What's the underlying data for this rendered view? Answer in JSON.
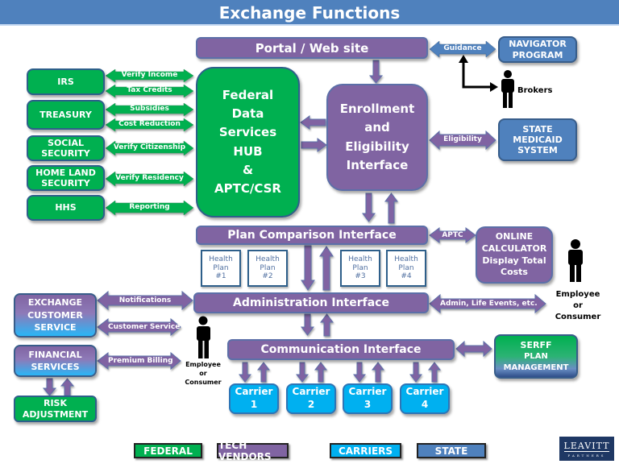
{
  "title": "Exchange Functions",
  "colors": {
    "federal": "#00b050",
    "tech_vendors": "#8064a2",
    "carriers": "#00b0f0",
    "state": "#4f81bd"
  },
  "federal_agencies": [
    {
      "label": "IRS",
      "links": [
        "Verify Income",
        "Tax Credits"
      ]
    },
    {
      "label": "TREASURY",
      "links": [
        "Subsidies",
        "Cost Reduction"
      ]
    },
    {
      "label": "SOCIAL SECURITY",
      "links": [
        "Verify Citizenship"
      ]
    },
    {
      "label": "HOME LAND SECURITY",
      "links": [
        "Verify Residency"
      ]
    },
    {
      "label": "HHS",
      "links": [
        "Reporting"
      ]
    }
  ],
  "hub": {
    "lines": [
      "Federal",
      "Data",
      "Services",
      "HUB",
      "&",
      "APTC/CSR"
    ]
  },
  "portal": "Portal / Web site",
  "enrollment": {
    "lines": [
      "Enrollment",
      "and",
      "Eligibility",
      "Interface"
    ]
  },
  "navigator": {
    "label": "NAVIGATOR PROGRAM",
    "link": "Guidance"
  },
  "brokers": "Brokers",
  "medicaid": {
    "label": "STATE MEDICAID SYSTEM",
    "link": "Eligibility"
  },
  "plan_comparison": "Plan Comparison Interface",
  "health_plans": [
    {
      "line1": "Health",
      "line2": "Plan",
      "line3": "#1"
    },
    {
      "line1": "Health",
      "line2": "Plan",
      "line3": "#2"
    },
    {
      "line1": "Health",
      "line2": "Plan",
      "line3": "#3"
    },
    {
      "line1": "Health",
      "line2": "Plan",
      "line3": "#4"
    }
  ],
  "calculator": {
    "lines": [
      "ONLINE",
      "CALCULATOR",
      "Display Total",
      "Costs"
    ],
    "link": "APTC"
  },
  "administration": "Administration Interface",
  "admin_link": "Admin, Life Events, etc.",
  "employee_right": {
    "line1": "Employee",
    "line2": "or",
    "line3": "Consumer"
  },
  "employee_left": {
    "line1": "Employee",
    "line2": "or",
    "line3": "Consumer"
  },
  "customer_service": {
    "label": "EXCHANGE CUSTOMER SERVICE",
    "links": [
      "Notifications",
      "Customer Service"
    ]
  },
  "financial": {
    "label": "FINANCIAL SERVICES",
    "link": "Premium Billing"
  },
  "risk": "RISK ADJUSTMENT",
  "communication": "Communication Interface",
  "carriers": [
    {
      "line1": "Carrier",
      "line2": "1"
    },
    {
      "line1": "Carrier",
      "line2": "2"
    },
    {
      "line1": "Carrier",
      "line2": "3"
    },
    {
      "line1": "Carrier",
      "line2": "4"
    }
  ],
  "serff": {
    "line1": "SERFF",
    "line2": "PLAN",
    "line3": "MANAGEMENT"
  },
  "legend": [
    {
      "label": "FEDERAL",
      "color": "#00b050"
    },
    {
      "label": "TECH VENDORS",
      "color": "#8064a2"
    },
    {
      "label": "CARRIERS",
      "color": "#00b0f0"
    },
    {
      "label": "STATE",
      "color": "#4f81bd"
    }
  ],
  "logo": {
    "line1": "LEAVITT",
    "line2": "PARTNERS"
  }
}
